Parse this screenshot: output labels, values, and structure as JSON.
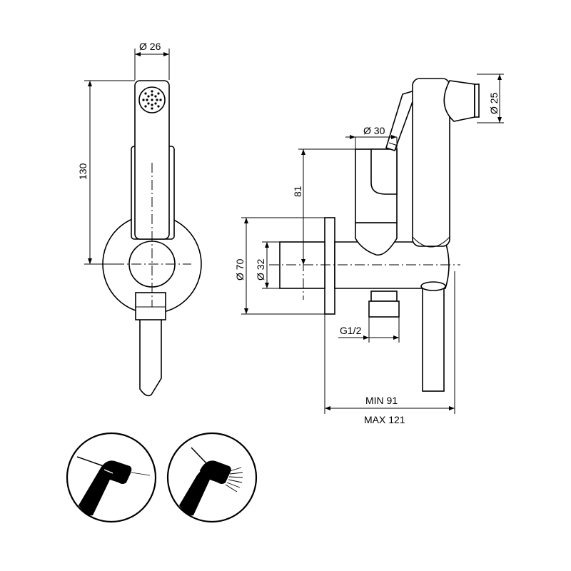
{
  "front_view": {
    "width_label": "Ø 26",
    "height_label": "130"
  },
  "side_view": {
    "head_diameter_label": "Ø 25",
    "valve_diameter_label": "Ø 30",
    "depth_label": "81",
    "plate_diameter_label": "Ø 70",
    "body_diameter_label": "Ø 32",
    "thread_label": "G1/2",
    "min_label": "MIN 91",
    "max_label": "MAX 121"
  },
  "icons": [
    "spray-off-icon",
    "spray-on-icon"
  ]
}
